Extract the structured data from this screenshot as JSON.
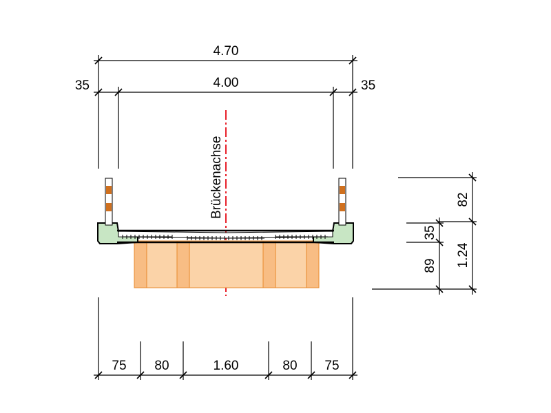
{
  "drawing": {
    "axis_label": "Brückenachse",
    "colors": {
      "axis": "#e8202a",
      "girder_fill": "#fbd3a8",
      "girder_web": "#f8bd84",
      "girder_stroke": "#e7892c",
      "edge_beam": "#c8e6c4",
      "deck_outline": "#000000",
      "railing_accent": "#d0701e"
    },
    "top_dims": {
      "overall": "4.70",
      "inner": "4.00",
      "left_edge": "35",
      "right_edge": "35"
    },
    "bottom_dims": [
      "75",
      "80",
      "1.60",
      "80",
      "75"
    ],
    "right_dims": {
      "railing_height": "82",
      "deck_edge": "35",
      "girder_depth": "89",
      "total_depth": "1.24"
    }
  }
}
